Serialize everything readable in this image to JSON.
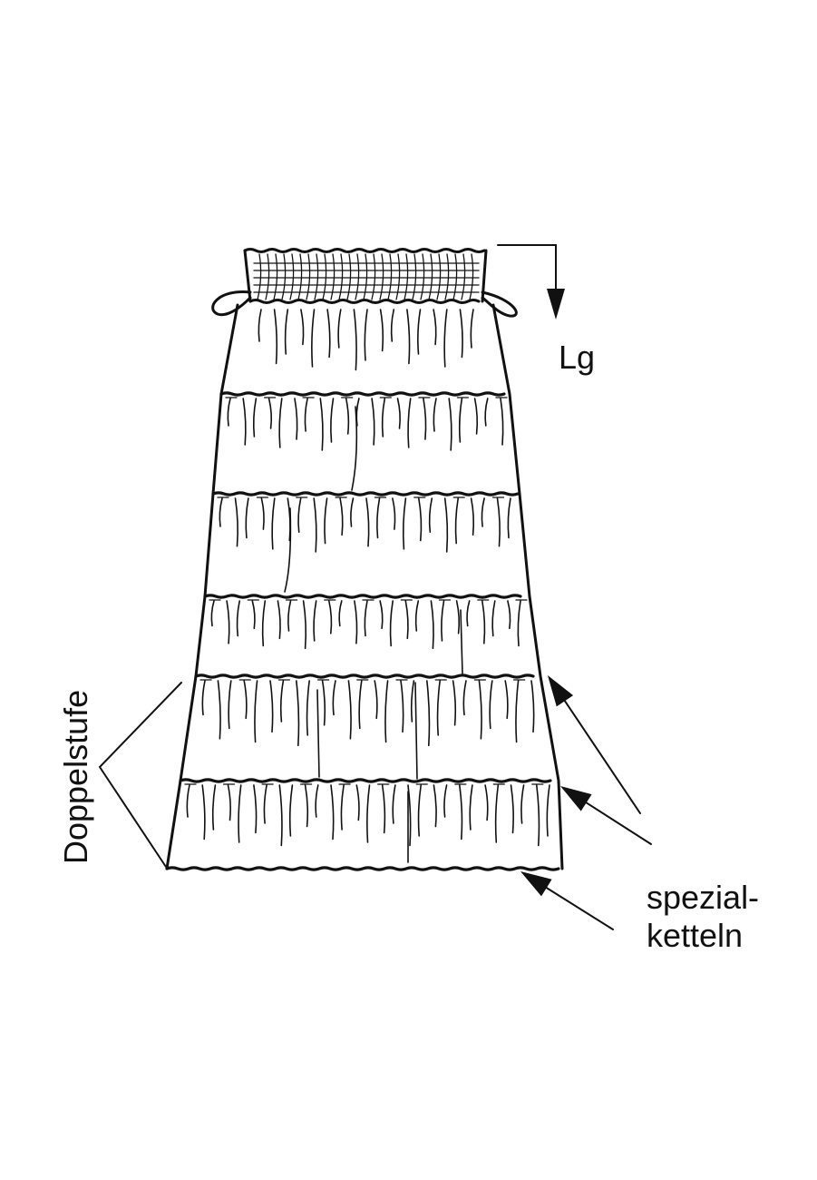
{
  "labels": {
    "length": "Lg",
    "double_tier": "Doppelstufe",
    "special_seam_line1": "spezial-",
    "special_seam_line2": "ketteln"
  },
  "drawing": {
    "subject": "tiered-skirt",
    "line_color": "#111111",
    "background": "#ffffff"
  }
}
